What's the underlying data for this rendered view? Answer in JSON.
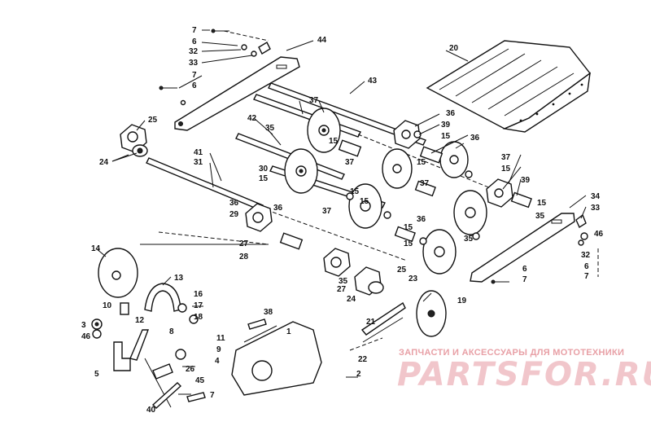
{
  "watermark": {
    "caption": "ЗАПЧАСТИ И АКСЕССУАРЫ ДЛЯ МОТОТЕХНИКИ",
    "brand": "PARTSFOR.RU"
  },
  "callouts": [
    "7",
    "6",
    "32",
    "33",
    "44",
    "7",
    "6",
    "43",
    "20",
    "25",
    "24",
    "42",
    "35",
    "37",
    "15",
    "36",
    "39",
    "15",
    "36",
    "41",
    "31",
    "30",
    "15",
    "37",
    "15",
    "37",
    "15",
    "39",
    "36",
    "36",
    "29",
    "15",
    "37",
    "15",
    "36",
    "37",
    "15",
    "35",
    "34",
    "33",
    "27",
    "28",
    "15",
    "15",
    "35",
    "46",
    "32",
    "6",
    "7",
    "14",
    "13",
    "35",
    "27",
    "25",
    "24",
    "23",
    "6",
    "7",
    "10",
    "12",
    "16",
    "17",
    "18",
    "19",
    "38",
    "1",
    "21",
    "3",
    "46",
    "8",
    "11",
    "9",
    "4",
    "22",
    "5",
    "26",
    "2",
    "45",
    "7",
    "40"
  ]
}
